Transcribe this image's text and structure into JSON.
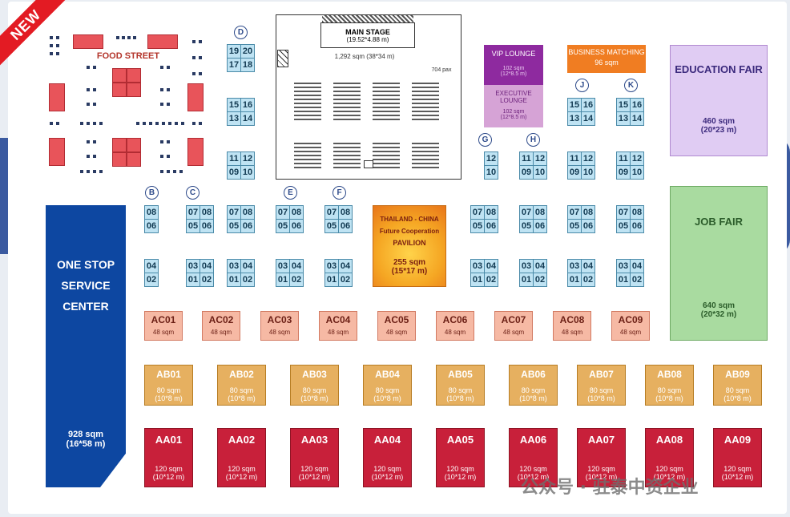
{
  "badge": "NEW",
  "food_street": "FOOD STREET",
  "main_stage": {
    "title": "MAIN STAGE",
    "size": "(19.52*4.88 m)",
    "area": "1,292 sqm (38*34 m)",
    "pax": "704 pax"
  },
  "vip_lounge": {
    "label": "VIP LOUNGE",
    "area": "102 sqm",
    "dims": "(12*8.5 m)"
  },
  "executive_lounge": {
    "label": "EXECUTIVE LOUNGE",
    "area": "102 sqm",
    "dims": "(12*8.5 m)"
  },
  "business_matching": {
    "label": "BUSINESS MATCHING",
    "area": "96 sqm"
  },
  "education_fair": {
    "label": "EDUCATION FAIR",
    "area": "460 sqm",
    "dims": "(20*23 m)"
  },
  "job_fair": {
    "label": "JOB FAIR",
    "area": "640 sqm",
    "dims": "(20*32 m)"
  },
  "one_stop": {
    "line1": "ONE STOP",
    "line2": "SERVICE",
    "line3": "CENTER",
    "area": "928 sqm",
    "dims": "(16*58 m)"
  },
  "pavilion": {
    "line1": "THAILAND - CHINA",
    "line2": "Future Cooperation",
    "line3": "PAVILION",
    "area": "255 sqm",
    "dims": "(15*17 m)"
  },
  "zone_letters": [
    "D",
    "B",
    "C",
    "E",
    "F",
    "G",
    "H",
    "J",
    "K"
  ],
  "booth_numbers": [
    "01",
    "02",
    "03",
    "04",
    "05",
    "06",
    "07",
    "08",
    "09",
    "10",
    "11",
    "12",
    "13",
    "14",
    "15",
    "16",
    "17",
    "18",
    "19",
    "20"
  ],
  "ac_row": {
    "labels": [
      "AC01",
      "AC02",
      "AC03",
      "AC04",
      "AC05",
      "AC06",
      "AC07",
      "AC08",
      "AC09"
    ],
    "area": "48 sqm"
  },
  "ab_row": {
    "labels": [
      "AB01",
      "AB02",
      "AB03",
      "AB04",
      "AB05",
      "AB06",
      "AB07",
      "AB08",
      "AB09"
    ],
    "area": "80 sqm",
    "dims": "(10*8 m)"
  },
  "aa_row": {
    "labels": [
      "AA01",
      "AA02",
      "AA03",
      "AA04",
      "AA05",
      "AA06",
      "AA07",
      "AA08",
      "AA09"
    ],
    "area": "120 sqm",
    "dims": "(10*12 m)"
  },
  "watermark": "公众号 · 驻泰中资企业"
}
